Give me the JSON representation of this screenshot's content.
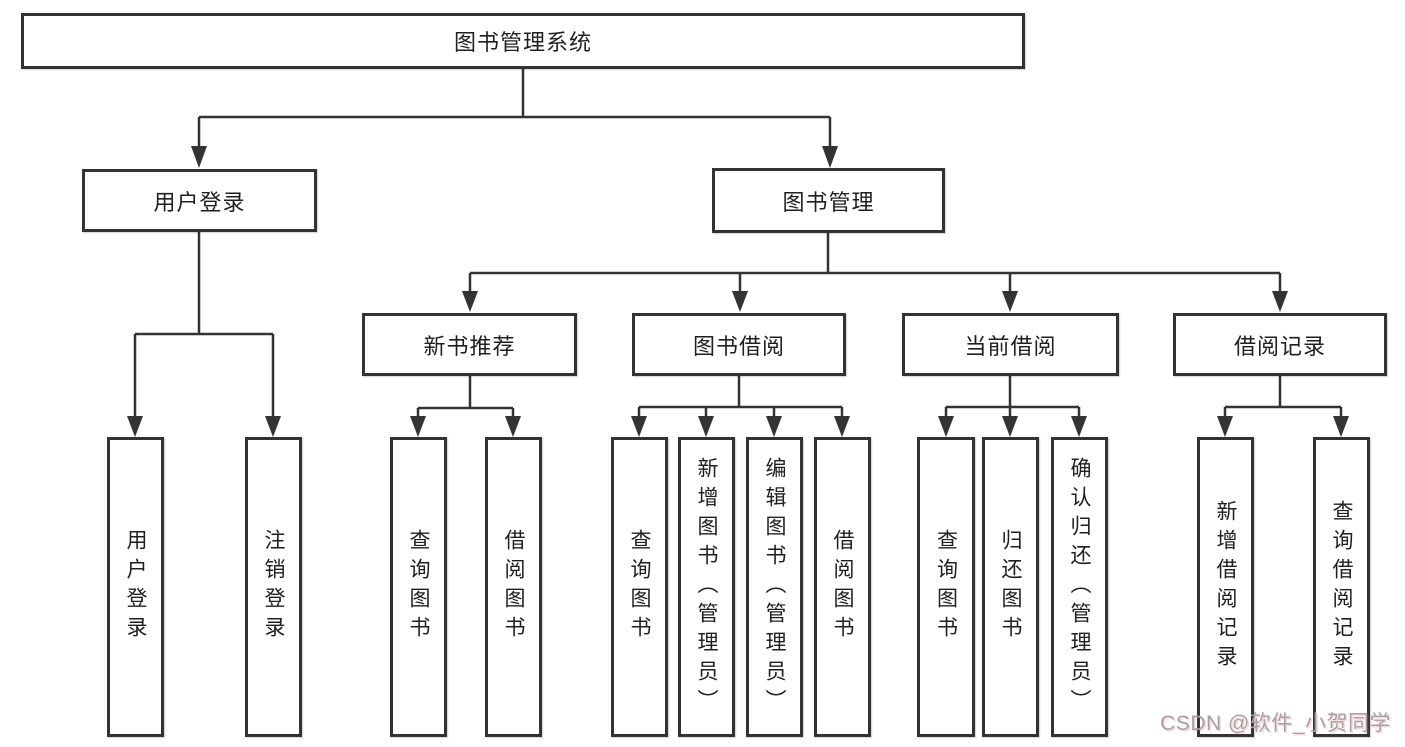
{
  "tree": {
    "root": "图书管理系统",
    "level2": [
      {
        "label": "用户登录"
      },
      {
        "label": "图书管理"
      }
    ],
    "level3": [
      {
        "label": "新书推荐"
      },
      {
        "label": "图书借阅"
      },
      {
        "label": "当前借阅"
      },
      {
        "label": "借阅记录"
      }
    ],
    "leaves": {
      "user_login": [
        "用户登录",
        "注销登录"
      ],
      "new_book_recommend": [
        "查询图书",
        "借阅图书"
      ],
      "book_borrowing": [
        "查询图书",
        "新增图书（管理员）",
        "编辑图书（管理员）",
        "借阅图书"
      ],
      "current_borrowing": [
        "查询图书",
        "归还图书",
        "确认归还（管理员）"
      ],
      "borrowing_records": [
        "新增借阅记录",
        "查询借阅记录"
      ]
    }
  },
  "watermark": {
    "text": "CSDN @软件_小贺同学"
  },
  "colors": {
    "line": "#333333",
    "node_border": "#333333",
    "node_fill": "#ffffff",
    "text": "#1f1f1f",
    "watermark": "#a2a2a6"
  }
}
